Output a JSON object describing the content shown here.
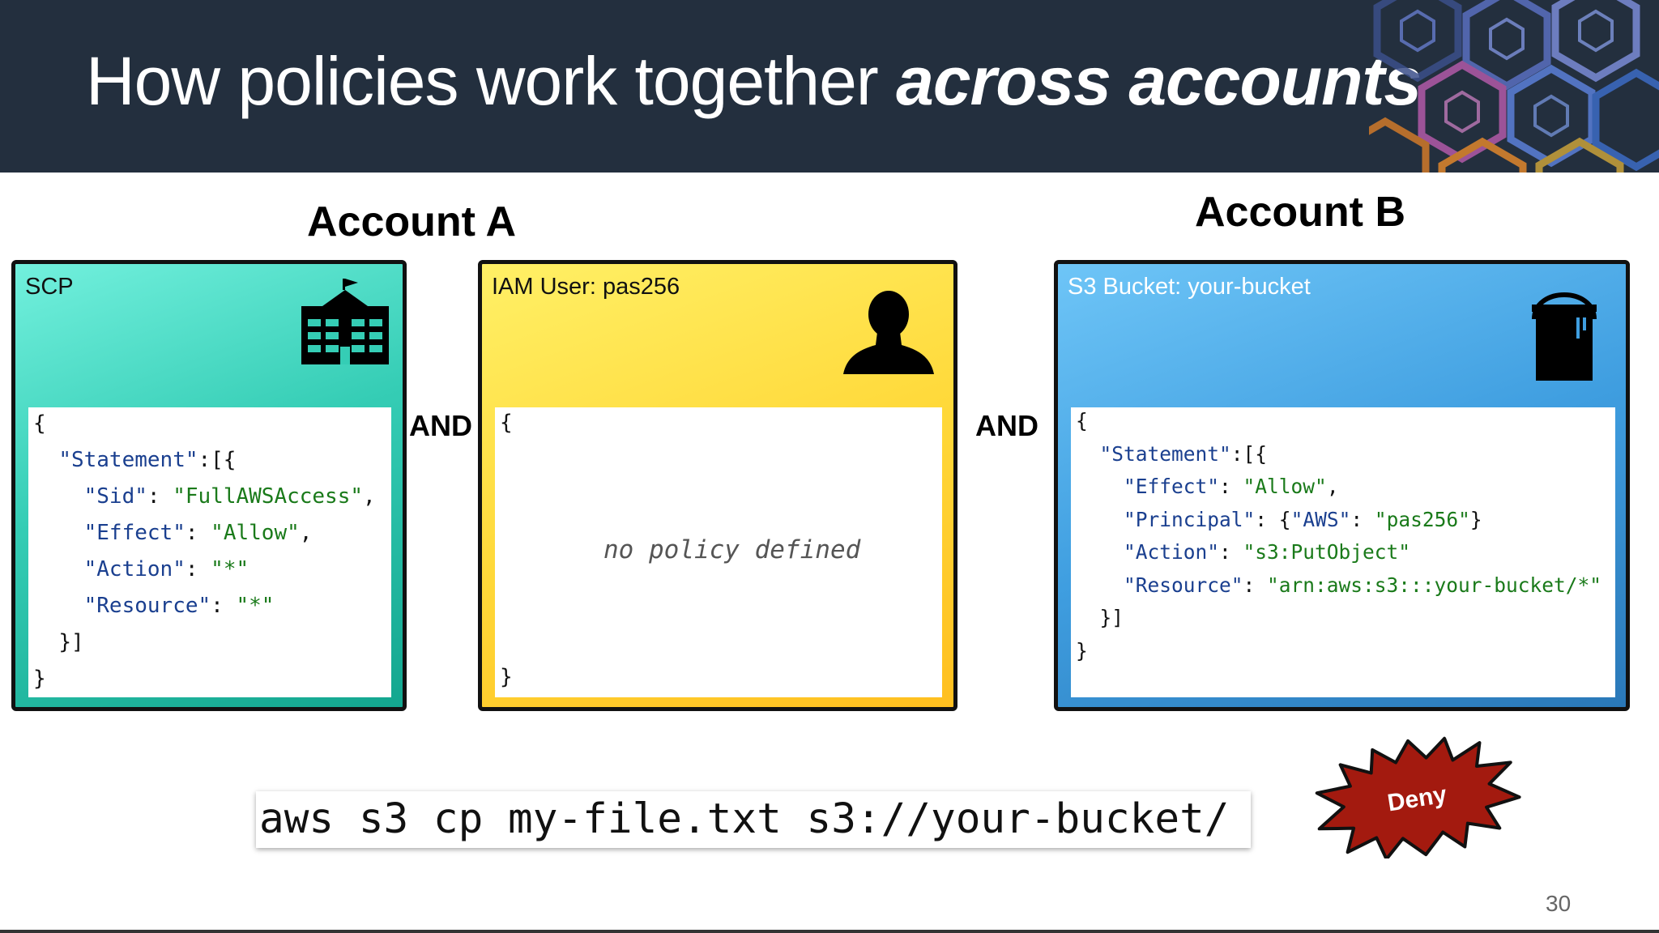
{
  "header": {
    "title_regular": "How policies work together ",
    "title_emphasis": "across accounts"
  },
  "account_a": {
    "label": "Account A"
  },
  "account_b": {
    "label": "Account B"
  },
  "connectors": {
    "and_1": "AND",
    "and_2": "AND"
  },
  "scp_panel": {
    "title": "SCP",
    "icon": "building-icon",
    "policy": {
      "open": "{",
      "statement_key": "\"Statement\"",
      "statement_tail": ":[{",
      "sid_key": "\"Sid\"",
      "sid_value": "\"FullAWSAccess\"",
      "effect_key": "\"Effect\"",
      "effect_value": "\"Allow\"",
      "action_key": "\"Action\"",
      "action_value": "\"*\"",
      "resource_key": "\"Resource\"",
      "resource_value": "\"*\"",
      "statement_close": "}]",
      "close": "}"
    }
  },
  "iam_panel": {
    "title": "IAM User: pas256",
    "icon": "user-silhouette-icon",
    "open": "{",
    "placeholder": "no policy defined",
    "close": "}"
  },
  "s3_panel": {
    "title": "S3 Bucket: your-bucket",
    "icon": "bucket-icon",
    "policy": {
      "open": "{",
      "statement_key": "\"Statement\"",
      "statement_tail": ":[{",
      "effect_key": "\"Effect\"",
      "effect_value": "\"Allow\"",
      "principal_key": "\"Principal\"",
      "principal_open": "{",
      "principal_inner_key": "\"AWS\"",
      "principal_inner_value": "\"pas256\"",
      "principal_close": "}",
      "action_key": "\"Action\"",
      "action_value": "\"s3:PutObject\"",
      "resource_key": "\"Resource\"",
      "resource_value": "\"arn:aws:s3:::your-bucket/*\"",
      "statement_close": "}]",
      "close": "}"
    }
  },
  "command": {
    "text": "aws s3 cp my-file.txt s3://your-bucket/"
  },
  "result": {
    "label": "Deny",
    "color": "#a31a0f"
  },
  "footer": {
    "slide_number": "30"
  },
  "colors": {
    "header_bg": "#232f3e",
    "scp_panel": "#2ec9b4",
    "iam_panel": "#ffc926",
    "s3_panel": "#3d9bdc"
  }
}
